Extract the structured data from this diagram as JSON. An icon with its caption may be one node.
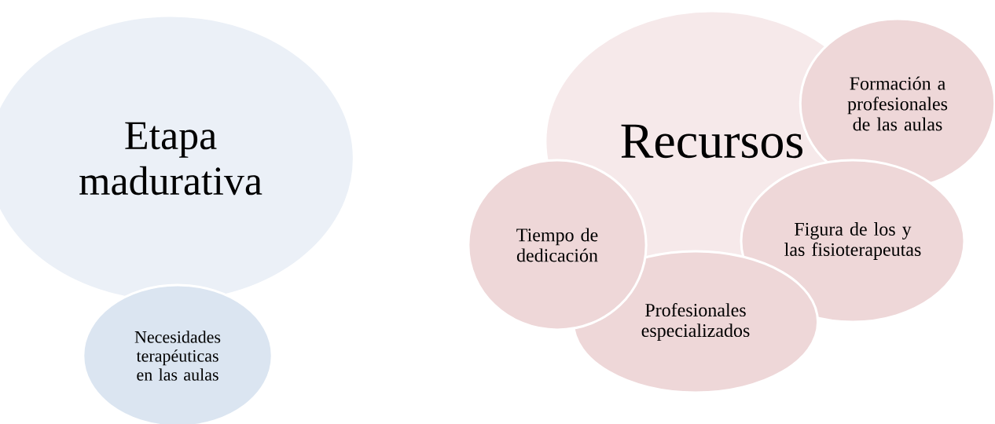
{
  "diagram": {
    "nodes": [
      {
        "text": [
          "Etapa madurativa"
        ]
      },
      {
        "text": [
          "Necesidades terapéuticas en las aulas"
        ]
      },
      {
        "text": [
          "Recursos"
        ]
      },
      {
        "text": [
          "Formación a profesionales de las aulas"
        ]
      },
      {
        "text": [
          "Figura de los y las fisioterapeutas"
        ]
      },
      {
        "text": [
          "Tiempo de dedicación"
        ]
      },
      {
        "text": [
          "Profesionales especializados"
        ]
      }
    ]
  }
}
